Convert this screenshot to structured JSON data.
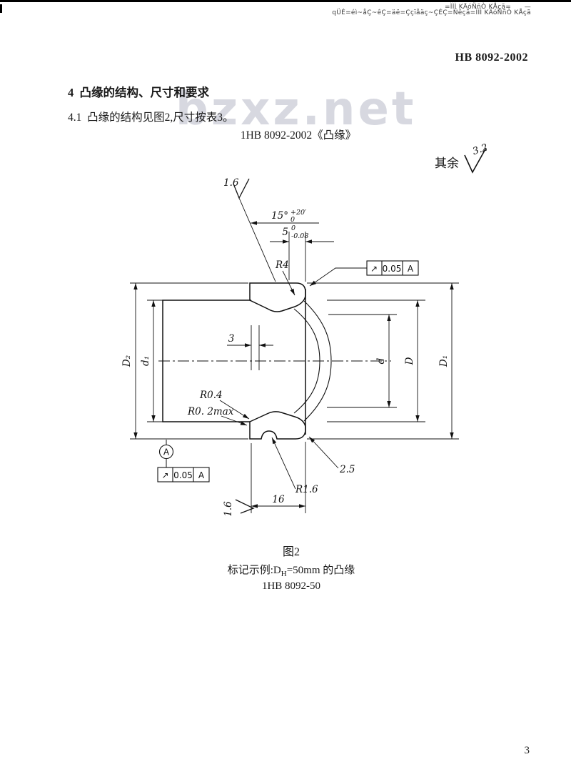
{
  "page": {
    "garbled_line1": "=ÌÌÌ KÄóÑñÒ KÅçã=　　—",
    "garbled_line2": "qÜÉ=éì~åÇ~êÇ=äë=Ççïåäç~ÇÉÇ=Ñêçã=ÌÌÌ KÄóÑñÒ KÅçã",
    "doc_number": "HB 8092-2002",
    "watermark": "bzxz.net",
    "page_number": "3"
  },
  "content": {
    "heading": "4  凸缘的结构、尺寸和要求",
    "paragraph": "4.1  凸缘的结构见图2,尺寸按表3。",
    "drawing_title": "1HB 8092-2002《凸缘》",
    "figure_label": "图2",
    "example_prefix": "标记示例:D",
    "example_sub": "H",
    "example_suffix": "=50mm 的凸缘",
    "example_code": "1HB 8092-50"
  },
  "drawing": {
    "surface_other": "其余",
    "surface_other_value": "3.2",
    "finish_top": "1.6",
    "finish_bottom": "1.6",
    "angle": "15°",
    "angle_tol_up": "+20′",
    "angle_tol_low": "0",
    "dim5": "5",
    "dim5_tol_up": "0",
    "dim5_tol_low": "-0.08",
    "r4": "R4",
    "dim3": "3",
    "r04": "R0.4",
    "r02max": "R0. 2max",
    "dim25": "2.5",
    "r16": "R1.6",
    "dim16": "16",
    "dia_D2": "D₂",
    "dia_d1": "d₁",
    "dia_d": "d",
    "dia_D": "D",
    "dia_D1": "D₁",
    "fcf": {
      "symbol": "↗",
      "tolerance": "0.05",
      "datum": "A"
    },
    "datum_label": "A"
  }
}
